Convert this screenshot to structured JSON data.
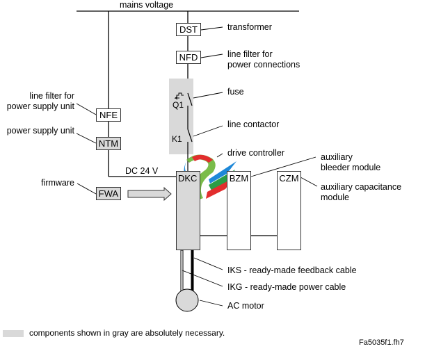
{
  "diagram": {
    "title_bus": "mains voltage",
    "components": {
      "dst": "DST",
      "nfd": "NFD",
      "nfe": "NFE",
      "ntm": "NTM",
      "fwa": "FWA",
      "dkc": "DKC",
      "bzm": "BZM",
      "czm": "CZM",
      "q1": "Q1",
      "k1": "K1"
    },
    "labels": {
      "transformer": "transformer",
      "line_filter_power_1": "line filter for",
      "line_filter_power_2": "power connections",
      "fuse": "fuse",
      "line_contactor": "line contactor",
      "drive_controller": "drive controller",
      "aux_bleeder_1": "auxiliary",
      "aux_bleeder_2": "bleeder module",
      "aux_cap_1": "auxiliary capacitance",
      "aux_cap_2": "module",
      "line_filter_psu_1": "line filter for",
      "line_filter_psu_2": "power supply unit",
      "psu": "power supply unit",
      "firmware": "firmware",
      "dc24": "DC 24 V",
      "iks": "IKS - ready-made feedback cable",
      "ikg": "IKG - ready-made power cable",
      "ac_motor": "AC motor"
    },
    "legend": "components shown in gray are absolutely necessary.",
    "figure_id": "Fa5035f1.fh7",
    "colors": {
      "gray_component": "#d9d9d9",
      "line": "#000000"
    }
  }
}
